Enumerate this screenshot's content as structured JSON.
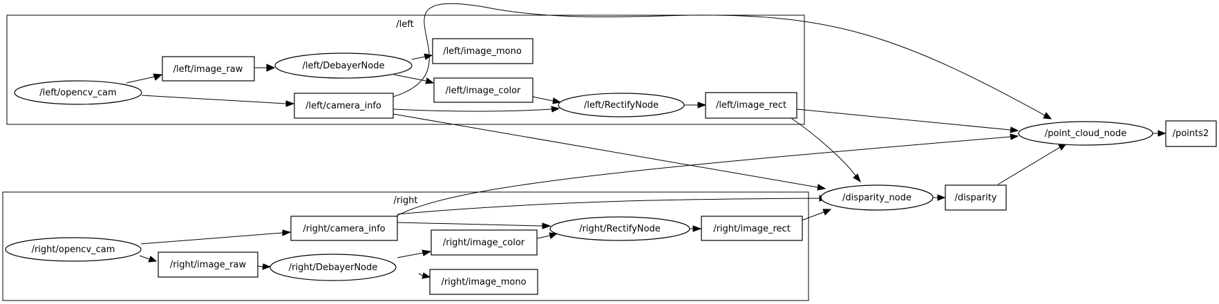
{
  "graph": {
    "clusters": {
      "left": {
        "label": "/left"
      },
      "right": {
        "label": "/right"
      }
    },
    "nodes": {
      "left_opencv_cam": {
        "label": "/left/opencv_cam",
        "kind": "node"
      },
      "left_image_raw": {
        "label": "/left/image_raw",
        "kind": "topic"
      },
      "left_debayer": {
        "label": "/left/DebayerNode",
        "kind": "node"
      },
      "left_image_mono": {
        "label": "/left/image_mono",
        "kind": "topic"
      },
      "left_image_color": {
        "label": "/left/image_color",
        "kind": "topic"
      },
      "left_camera_info": {
        "label": "/left/camera_info",
        "kind": "topic"
      },
      "left_rectify": {
        "label": "/left/RectifyNode",
        "kind": "node"
      },
      "left_image_rect": {
        "label": "/left/image_rect",
        "kind": "topic"
      },
      "point_cloud_node": {
        "label": "/point_cloud_node",
        "kind": "node"
      },
      "points2": {
        "label": "/points2",
        "kind": "topic"
      },
      "disparity_node": {
        "label": "/disparity_node",
        "kind": "node"
      },
      "disparity": {
        "label": "/disparity",
        "kind": "topic"
      },
      "right_opencv_cam": {
        "label": "/right/opencv_cam",
        "kind": "node"
      },
      "right_camera_info": {
        "label": "/right/camera_info",
        "kind": "topic"
      },
      "right_rectify": {
        "label": "/right/RectifyNode",
        "kind": "node"
      },
      "right_image_rect": {
        "label": "/right/image_rect",
        "kind": "topic"
      },
      "right_image_color": {
        "label": "/right/image_color",
        "kind": "topic"
      },
      "right_image_raw": {
        "label": "/right/image_raw",
        "kind": "topic"
      },
      "right_debayer": {
        "label": "/right/DebayerNode",
        "kind": "node"
      },
      "right_image_mono": {
        "label": "/right/image_mono",
        "kind": "topic"
      }
    },
    "edges": [
      {
        "from": "left_opencv_cam",
        "to": "left_image_raw"
      },
      {
        "from": "left_opencv_cam",
        "to": "left_camera_info"
      },
      {
        "from": "left_image_raw",
        "to": "left_debayer"
      },
      {
        "from": "left_debayer",
        "to": "left_image_mono"
      },
      {
        "from": "left_debayer",
        "to": "left_image_color"
      },
      {
        "from": "left_image_color",
        "to": "left_rectify"
      },
      {
        "from": "left_camera_info",
        "to": "left_rectify"
      },
      {
        "from": "left_camera_info",
        "to": "point_cloud_node"
      },
      {
        "from": "left_camera_info",
        "to": "disparity_node"
      },
      {
        "from": "left_rectify",
        "to": "left_image_rect"
      },
      {
        "from": "left_image_rect",
        "to": "point_cloud_node"
      },
      {
        "from": "left_image_rect",
        "to": "disparity_node"
      },
      {
        "from": "point_cloud_node",
        "to": "points2"
      },
      {
        "from": "disparity_node",
        "to": "disparity"
      },
      {
        "from": "disparity",
        "to": "point_cloud_node"
      },
      {
        "from": "right_opencv_cam",
        "to": "right_camera_info"
      },
      {
        "from": "right_opencv_cam",
        "to": "right_image_raw"
      },
      {
        "from": "right_camera_info",
        "to": "point_cloud_node"
      },
      {
        "from": "right_camera_info",
        "to": "disparity_node"
      },
      {
        "from": "right_camera_info",
        "to": "right_rectify"
      },
      {
        "from": "right_image_raw",
        "to": "right_debayer"
      },
      {
        "from": "right_debayer",
        "to": "right_image_color"
      },
      {
        "from": "right_debayer",
        "to": "right_image_mono"
      },
      {
        "from": "right_image_color",
        "to": "right_rectify"
      },
      {
        "from": "right_rectify",
        "to": "right_image_rect"
      },
      {
        "from": "right_image_rect",
        "to": "disparity_node"
      }
    ]
  }
}
